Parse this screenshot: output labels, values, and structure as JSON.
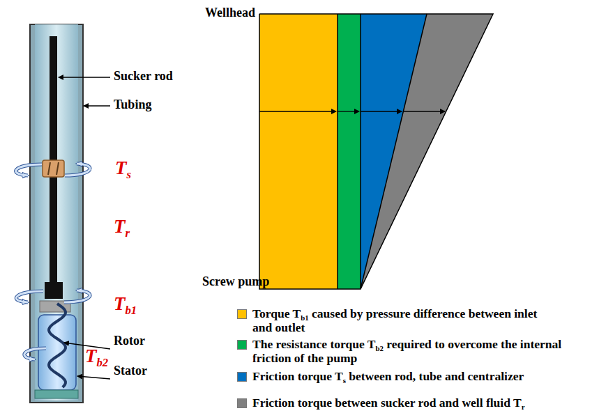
{
  "diagram": {
    "labels": [
      "Wellhead",
      "Screw pump",
      "Sucker rod",
      "Tubing",
      "Ts",
      "Tr",
      "Tb1",
      "Rotor",
      "Tb2",
      "Stator"
    ],
    "legend": [
      {
        "text": "Torque Tb1 caused by pressure difference between inlet and outlet",
        "color": "#ffc000"
      },
      {
        "text": "The resistance torque Tb2 required to overcome the internal friction of the pump",
        "color": "#00b050"
      },
      {
        "text": "Friction torque Ts between rod, tube and centralizer",
        "color": "#0070c0"
      },
      {
        "text": "Friction torque between sucker rod and well fluid Tr",
        "color": "#808080"
      }
    ]
  }
}
